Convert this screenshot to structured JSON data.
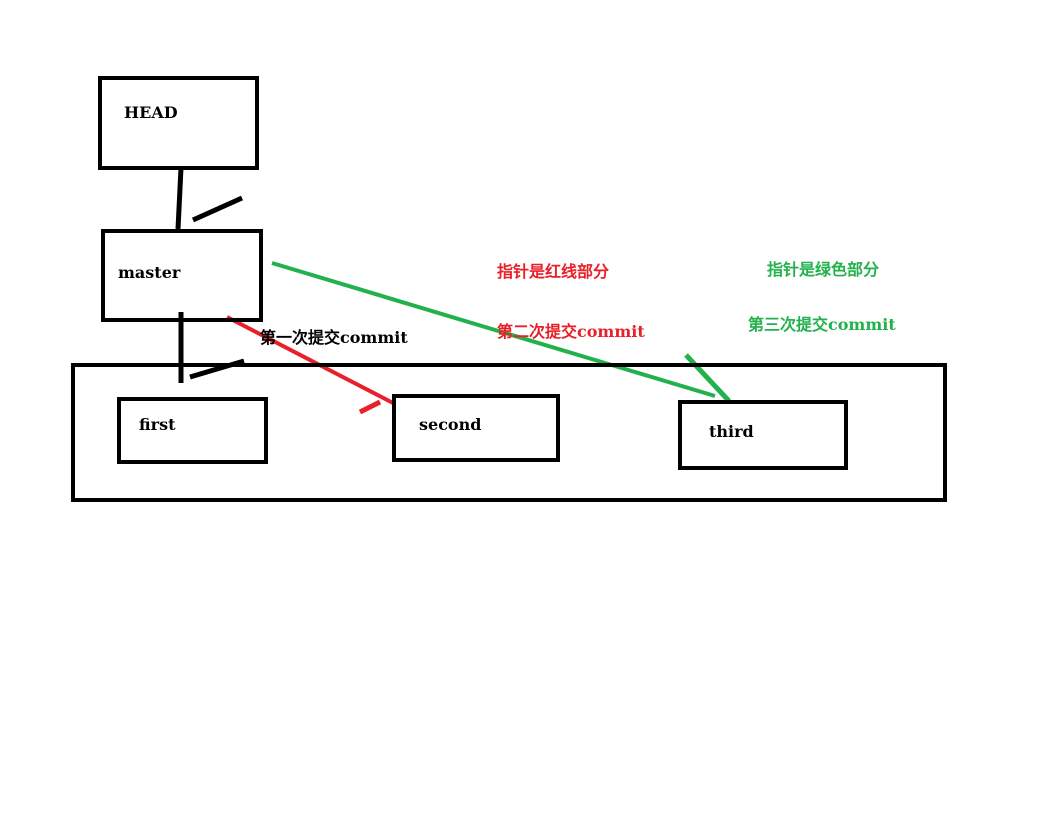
{
  "nodes": {
    "head": "HEAD",
    "master": "master",
    "first": "first",
    "second": "second",
    "third": "third"
  },
  "annotations": {
    "first_commit": "第一次提交commit",
    "red_pointer": "指针是红线部分",
    "second_commit": "第二次提交commit",
    "green_pointer": "指针是绿色部分",
    "third_commit": "第三次提交commit"
  },
  "colors": {
    "black": "#000000",
    "red": "#e8202a",
    "green": "#22b14c"
  }
}
